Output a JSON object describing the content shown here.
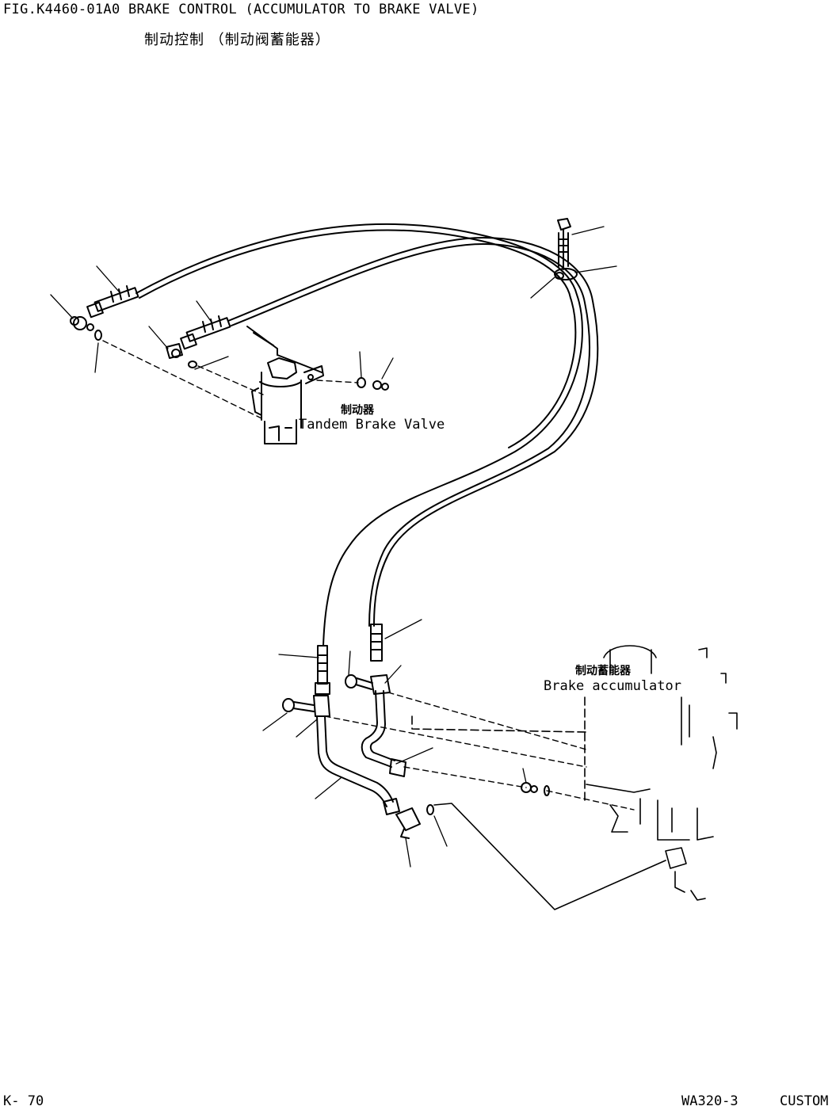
{
  "header": {
    "title": "FIG.K4460-01A0  BRAKE CONTROL (ACCUMULATOR TO BRAKE VALVE)",
    "subtitle": "制动控制 （制动阀蓄能器）"
  },
  "labels": {
    "valve_cn": "制动器",
    "valve_en": "Tandem Brake Valve",
    "accumulator_cn": "制动蓄能器",
    "accumulator_en": "Brake accumulator"
  },
  "footer": {
    "page": "K- 70",
    "model": "WA320-3",
    "variant": "CUSTOM"
  }
}
